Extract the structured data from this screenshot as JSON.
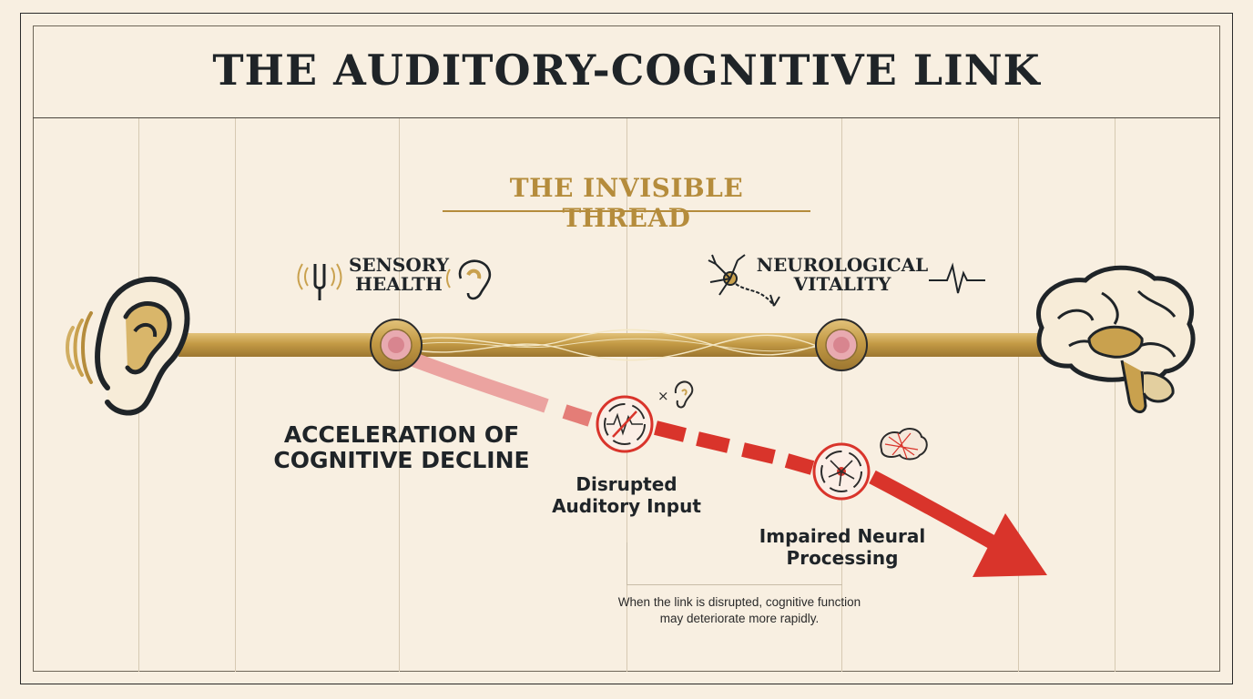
{
  "title": "THE AUDITORY-COGNITIVE LINK",
  "subtitle": "THE INVISIBLE THREAD",
  "nodes": {
    "sensory": "SENSORY HEALTH",
    "neuro": "NEUROLOGICAL VITALITY"
  },
  "decline": {
    "label": "ACCELERATION OF COGNITIVE DECLINE",
    "steps": [
      "Disrupted Auditory Input",
      "Impaired Neural Processing"
    ]
  },
  "caption": "When the link is disrupted, cognitive function may deteriorate more rapidly.",
  "colors": {
    "gold": "#c9a14e",
    "red": "#d9342b",
    "ink": "#1f2428",
    "background": "#f8efe1"
  },
  "icons": [
    "ear-icon",
    "sound-waves-icon",
    "tuning-fork-icon",
    "small-ear-icon",
    "neuron-icon",
    "pulse-icon",
    "brain-icon",
    "muted-ear-icon",
    "tangled-brain-icon"
  ]
}
